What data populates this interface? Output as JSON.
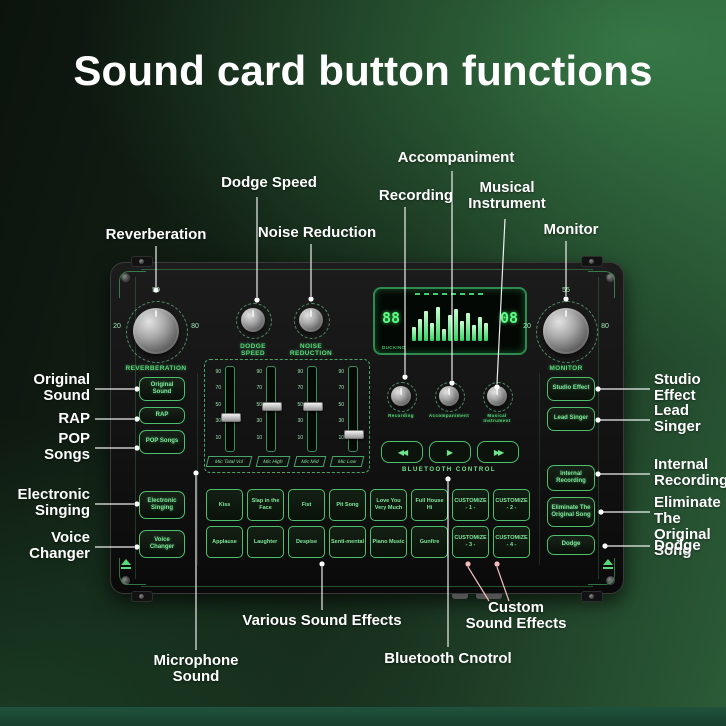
{
  "title": "Sound card button functions",
  "colors": {
    "accent_green": "#57d978",
    "callout_white": "#ffffff",
    "custom_line_pink": "#f2bdbd",
    "device_black": "#111111"
  },
  "callouts": {
    "reverberation": "Reverberation",
    "dodge_speed": "Dodge Speed",
    "noise_reduction": "Noise Reduction",
    "recording": "Recording",
    "accompaniment": "Accompaniment",
    "musical_instrument": "Musical\nInstrument",
    "monitor": "Monitor",
    "original_sound": "Original\nSound",
    "rap": "RAP",
    "pop_songs": "POP\nSongs",
    "electronic_singing": "Electronic\nSinging",
    "voice_changer": "Voice\nChanger",
    "studio_effect": "Studio\nEffect",
    "lead_singer": "Lead\nSinger",
    "internal_recording": "Internal\nRecording",
    "eliminate_original": "Eliminate The\nOriginal Song",
    "dodge": "Dodge",
    "various_effects": "Various Sound Effects",
    "microphone_sound": "Microphone\nSound",
    "bluetooth_control": "Bluetooth Cnotrol",
    "custom_effects": "Custom\nSound Effects"
  },
  "device": {
    "reverberation": {
      "label": "REVERBERATION",
      "scale_left": "20",
      "scale_top": "50",
      "scale_right": "80"
    },
    "dodge_speed_label": "DODGE SPEED",
    "noise_reduction_label": "NOISE REDUCTION",
    "monitor": {
      "label": "MONITOR",
      "scale_left": "20",
      "scale_top": "55",
      "scale_right": "80"
    },
    "display": {
      "left_value": "88",
      "right_value": "08",
      "small_label": "DUCKING"
    },
    "sliders": {
      "scale": [
        "90",
        "70",
        "50",
        "30",
        "10"
      ],
      "scale_text": "90\n70\n50\n30\n10",
      "labels": [
        "Mic Total Vol",
        "Mic High",
        "Mic Mid",
        "Mic Low"
      ]
    },
    "small_knobs": [
      "Recording",
      "Accompaniment",
      "Musical Instrument"
    ],
    "media": {
      "prev_icon": "◀◀",
      "play_icon": "▶",
      "next_icon": "▶▶"
    },
    "bluetooth_label": "BLUETOOTH CONTROL",
    "left_buttons": [
      "Original Sound",
      "RAP",
      "POP Songs",
      "Electronic Singing",
      "Voice Changer"
    ],
    "right_buttons": [
      "Studio Effect",
      "Lead Singer",
      "Internal Recording",
      "Eliminate The Original Song",
      "Dodge"
    ],
    "effects": [
      "Kiss",
      "Slap in the Face",
      "Fist",
      "Pit Song",
      "Love You Very Much",
      "Full House Hi",
      "CUSTOMIZE - 1 -",
      "CUSTOMIZE - 2 -",
      "Applause",
      "Laughter",
      "Despise",
      "Senti-mental",
      "Piano Music",
      "Gunfire",
      "CUSTOMIZE - 3 -",
      "CUSTOMIZE - 4 -"
    ]
  }
}
